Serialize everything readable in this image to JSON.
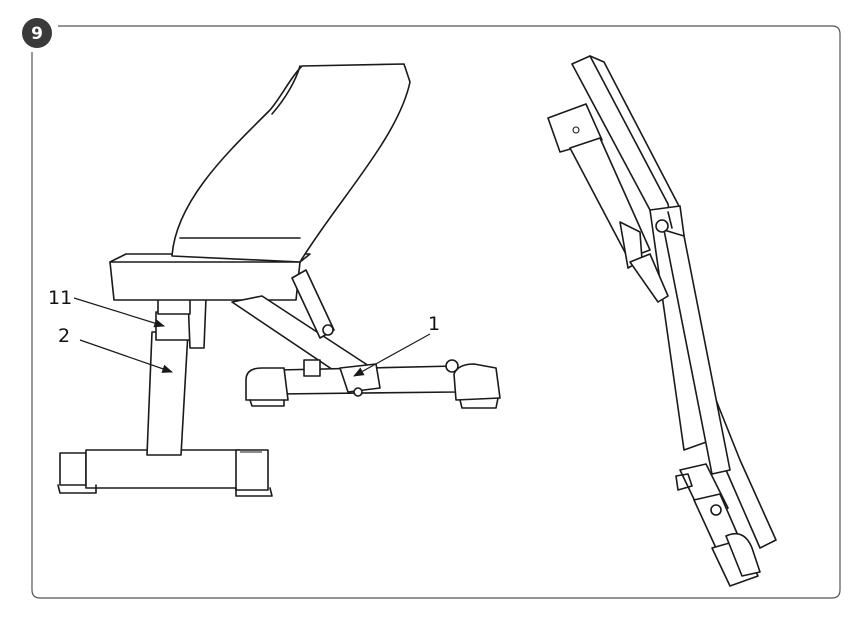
{
  "step": {
    "number": "9"
  },
  "callouts": {
    "left_top": "11",
    "left_bottom": "2",
    "right": "1"
  },
  "colors": {
    "badge": "#3a3a3a",
    "line": "#1a1a1a",
    "frame": "#555555"
  },
  "icons": {
    "step_badge": "circle-badge",
    "left_view": "bench-side-view",
    "right_view": "bench-folded-view"
  }
}
